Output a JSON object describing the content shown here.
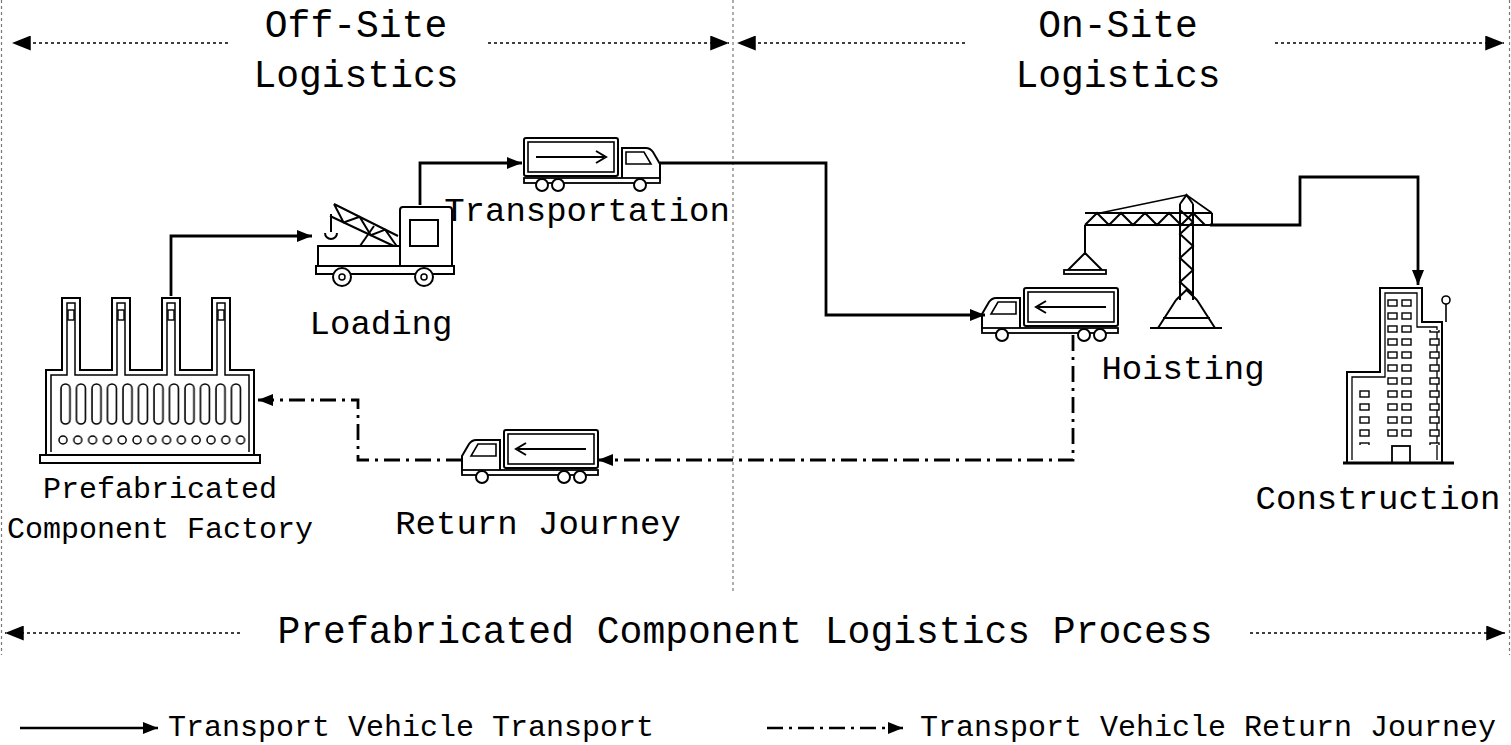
{
  "diagram": {
    "nodes": [
      {
        "text": [
          "Prefabricated Component Factory"
        ]
      },
      {
        "text": [
          "Loading"
        ]
      },
      {
        "text": [
          "Transportation"
        ]
      },
      {
        "text": [
          "Hoisting"
        ]
      },
      {
        "text": [
          "Construction"
        ]
      },
      {
        "text": [
          "Return Journey"
        ]
      }
    ],
    "edges": [
      {
        "from": 0,
        "to": 1,
        "arrow": "to"
      },
      {
        "from": 1,
        "to": 2,
        "arrow": "to"
      },
      {
        "from": 2,
        "to": 3,
        "arrow": "to"
      },
      {
        "from": 3,
        "to": 4,
        "arrow": "to"
      },
      {
        "from": 3,
        "to": 5,
        "arrow": "to"
      },
      {
        "from": 5,
        "to": 0,
        "arrow": "to"
      }
    ],
    "labels": [
      "Off-Site Logistics",
      "On-Site Logistics",
      "Prefabricated Component Logistics Process"
    ],
    "legend": [
      {
        "text": "Transport Vehicle Transport"
      },
      {
        "text": "Transport Vehicle Return Journey"
      }
    ]
  }
}
